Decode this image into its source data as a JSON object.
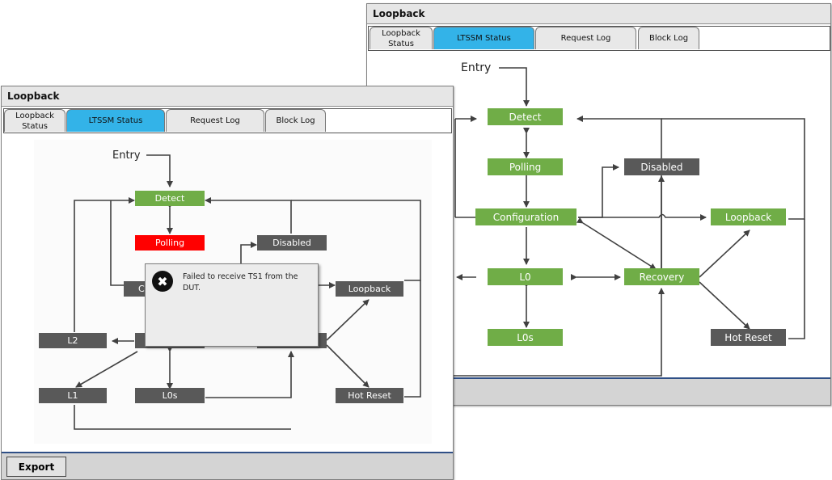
{
  "windows": [
    {
      "id": "back",
      "title": "Loopback",
      "tabs": [
        {
          "label": "Loopback Status",
          "active": false
        },
        {
          "label": "LTSSM Status",
          "active": true
        },
        {
          "label": "Request Log",
          "active": false
        },
        {
          "label": "Block Log",
          "active": false
        }
      ],
      "entry_label": "Entry",
      "states": [
        {
          "id": "detect",
          "label": "Detect",
          "status": "ok"
        },
        {
          "id": "polling",
          "label": "Polling",
          "status": "ok"
        },
        {
          "id": "configuration",
          "label": "Configuration",
          "status": "ok"
        },
        {
          "id": "disabled",
          "label": "Disabled",
          "status": "inactive"
        },
        {
          "id": "loopback",
          "label": "Loopback",
          "status": "ok"
        },
        {
          "id": "l0",
          "label": "L0",
          "status": "ok"
        },
        {
          "id": "recovery",
          "label": "Recovery",
          "status": "ok"
        },
        {
          "id": "l0s",
          "label": "L0s",
          "status": "ok"
        },
        {
          "id": "hotreset",
          "label": "Hot Reset",
          "status": "inactive"
        }
      ]
    },
    {
      "id": "front",
      "title": "Loopback",
      "tabs": [
        {
          "label": "Loopback Status",
          "active": false
        },
        {
          "label": "LTSSM Status",
          "active": true
        },
        {
          "label": "Request Log",
          "active": false
        },
        {
          "label": "Block Log",
          "active": false
        }
      ],
      "entry_label": "Entry",
      "states": [
        {
          "id": "detect",
          "label": "Detect",
          "status": "ok"
        },
        {
          "id": "polling",
          "label": "Polling",
          "status": "error"
        },
        {
          "id": "configuration",
          "label": "C",
          "status": "inactive"
        },
        {
          "id": "disabled",
          "label": "Disabled",
          "status": "inactive"
        },
        {
          "id": "loopback",
          "label": "Loopback",
          "status": "inactive"
        },
        {
          "id": "l2",
          "label": "L2",
          "status": "inactive"
        },
        {
          "id": "l0",
          "label": "",
          "status": "inactive"
        },
        {
          "id": "recovery",
          "label": "",
          "status": "inactive"
        },
        {
          "id": "l1",
          "label": "L1",
          "status": "inactive"
        },
        {
          "id": "l0s",
          "label": "L0s",
          "status": "inactive"
        },
        {
          "id": "hotreset",
          "label": "Hot Reset",
          "status": "inactive"
        }
      ],
      "export_label": "Export",
      "error_popup": {
        "icon": "close-circle-icon",
        "message": "Failed to receive TS1 from the DUT."
      }
    }
  ],
  "colors": {
    "ok": "#70ad47",
    "inactive": "#595959",
    "error": "#ff0000",
    "active_tab": "#33b3e8"
  }
}
